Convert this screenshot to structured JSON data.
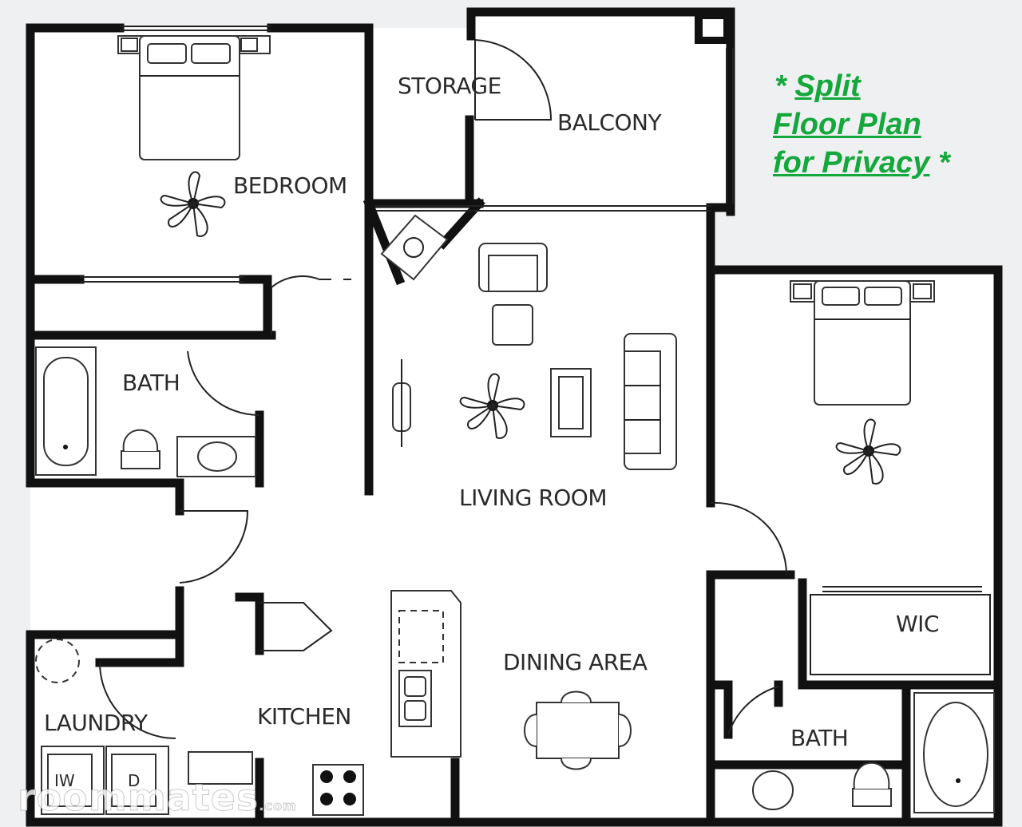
{
  "rooms": {
    "bedroom1": "BEDROOM",
    "storage": "STORAGE",
    "balcony": "BALCONY",
    "bath1": "BATH",
    "living": "LIVING ROOM",
    "wic": "WIC",
    "dining": "DINING AREA",
    "kitchen": "KITCHEN",
    "laundry": "LAUNDRY",
    "bath2": "BATH"
  },
  "appliances": {
    "washer": "IW",
    "dryer": "D"
  },
  "promo": {
    "line1_prefix": "* ",
    "line1": "Split",
    "line2": "Floor Plan",
    "line3": "for Privacy",
    "line3_suffix": " *",
    "color": "#14a83c"
  },
  "watermark": {
    "text": "roommates",
    "suffix": ".com"
  }
}
